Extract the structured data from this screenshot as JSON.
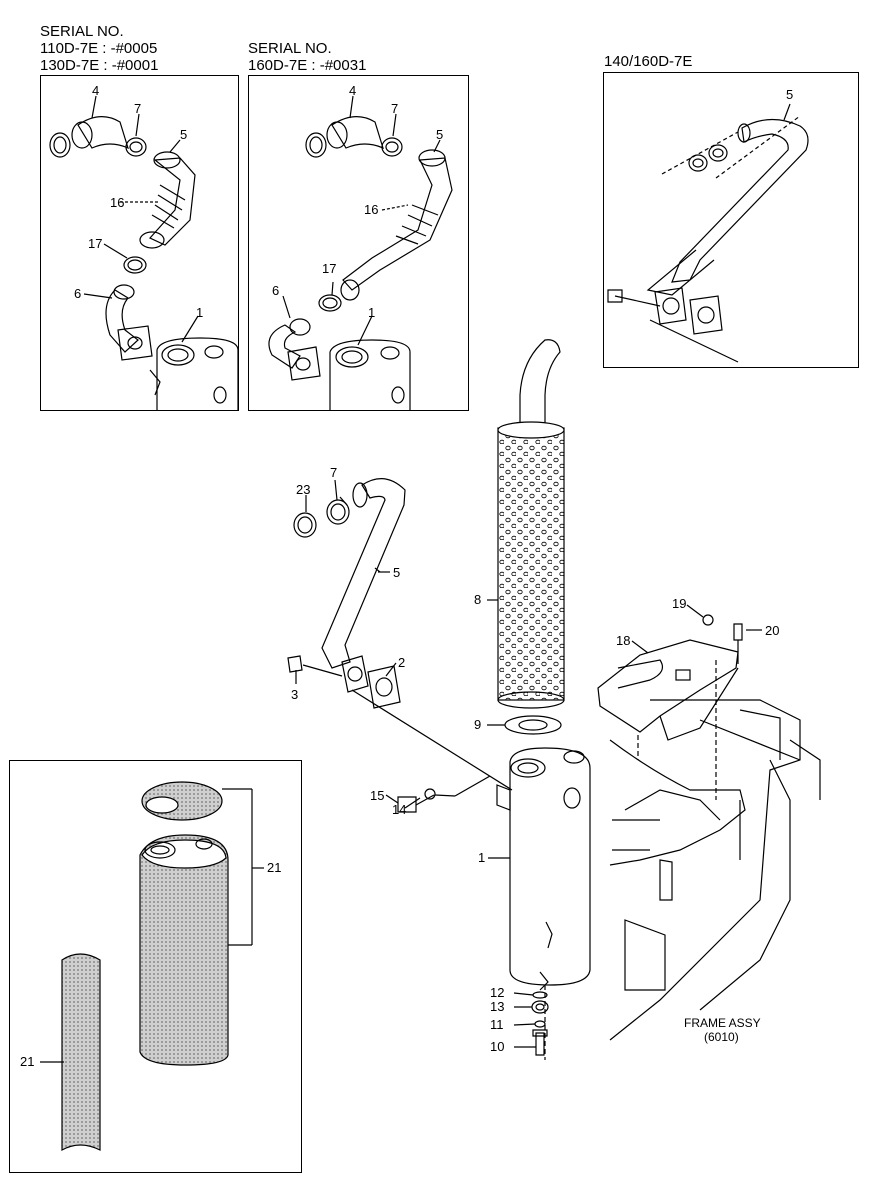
{
  "headers": {
    "left": {
      "line1": "SERIAL NO.",
      "line2": "110D-7E : -#0005",
      "line3": "130D-7E : -#0001"
    },
    "middle": {
      "line1": "SERIAL NO.",
      "line2": "160D-7E : -#0031"
    },
    "right": {
      "line1": "140/160D-7E"
    }
  },
  "frame_label": {
    "line1": "FRAME ASSY",
    "line2": "(6010)"
  },
  "callouts": {
    "box1": [
      "4",
      "7",
      "5",
      "16",
      "17",
      "6",
      "1"
    ],
    "box2": [
      "4",
      "7",
      "5",
      "16",
      "17",
      "6",
      "1"
    ],
    "box3": [
      "5"
    ],
    "main": [
      "23",
      "7",
      "5",
      "3",
      "2",
      "8",
      "19",
      "20",
      "18",
      "9",
      "15",
      "14",
      "1",
      "12",
      "13",
      "11",
      "10"
    ],
    "inset": [
      "21",
      "21"
    ]
  }
}
